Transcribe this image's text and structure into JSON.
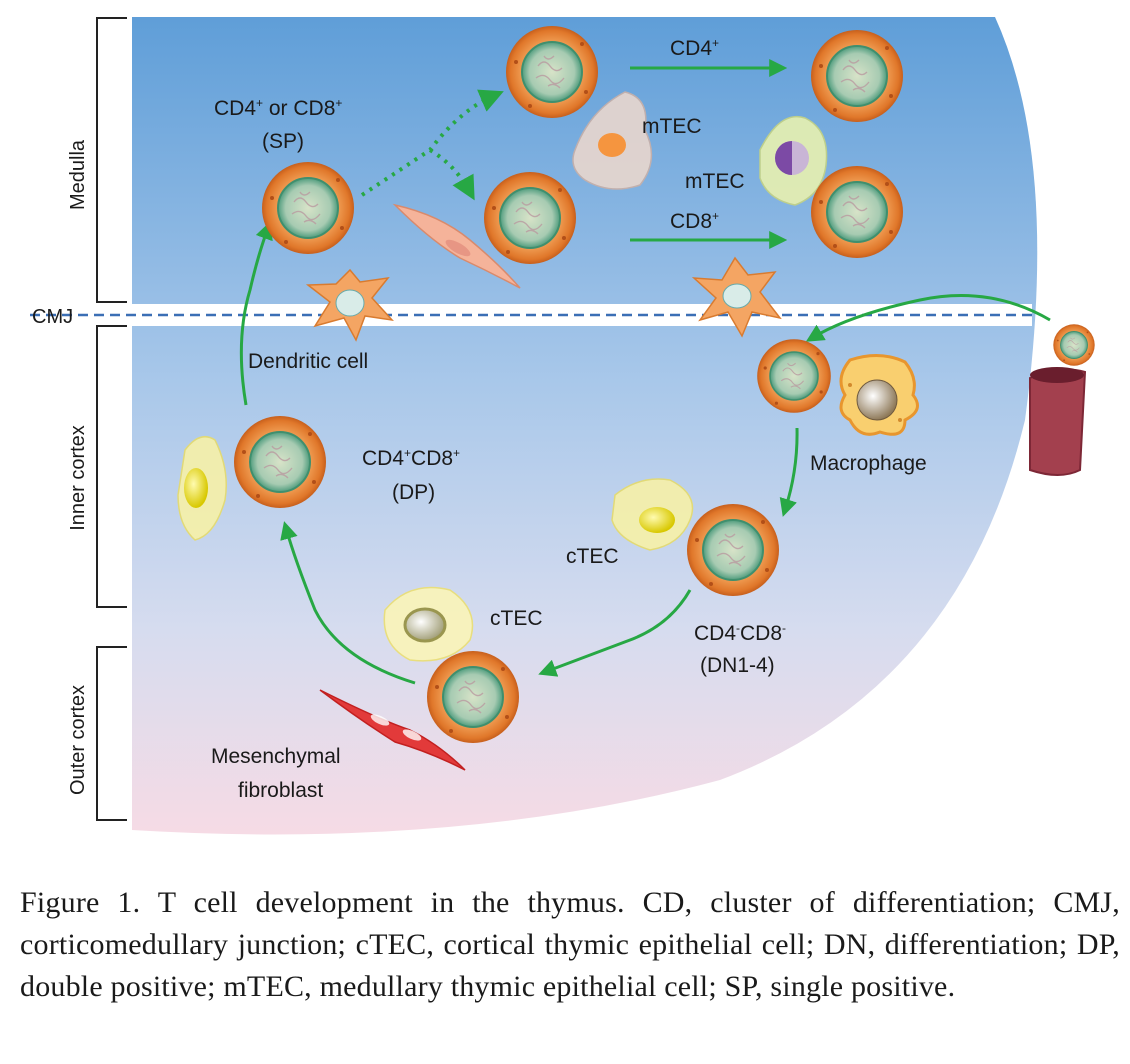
{
  "regions": {
    "medulla": "Medulla",
    "cmj": "CMJ",
    "inner_cortex": "Inner cortex",
    "outer_cortex": "Outer cortex"
  },
  "labels": {
    "sp_line1_a": "CD4",
    "sp_line1_b": " or CD8",
    "sp_line2": "(SP)",
    "cd4_arrow": "CD4",
    "cd8_arrow": "CD8",
    "mtec_top": "mTEC",
    "mtec_right": "mTEC",
    "dendritic": "Dendritic cell",
    "macrophage": "Macrophage",
    "dp_line1_a": "CD4",
    "dp_line1_b": "CD8",
    "dp_line2": "(DP)",
    "ctec_right": "cTEC",
    "ctec_bottom": "cTEC",
    "dn_line1_a": "CD4",
    "dn_line1_b": "CD8",
    "dn_line2": "(DN1-4)",
    "mesenchymal_line1": "Mesenchymal",
    "mesenchymal_line2": "fibroblast",
    "plus": "+",
    "minus": "-"
  },
  "caption": "Figure 1. T cell development in the thymus. CD, cluster of differentiation; CMJ, corticomedullary junction; cTEC, cortical thymic epithelial cell; DN, differentiation; DP, double positive; mTEC, medullary thymic epithelial cell; SP, single positive.",
  "colors": {
    "medulla_top": "#5b9bd5",
    "cortex_bottom": "#f3d9e4",
    "arrow": "#27a844",
    "cell_outer": "#e37a2e",
    "cell_inner": "#7fb9a0"
  }
}
